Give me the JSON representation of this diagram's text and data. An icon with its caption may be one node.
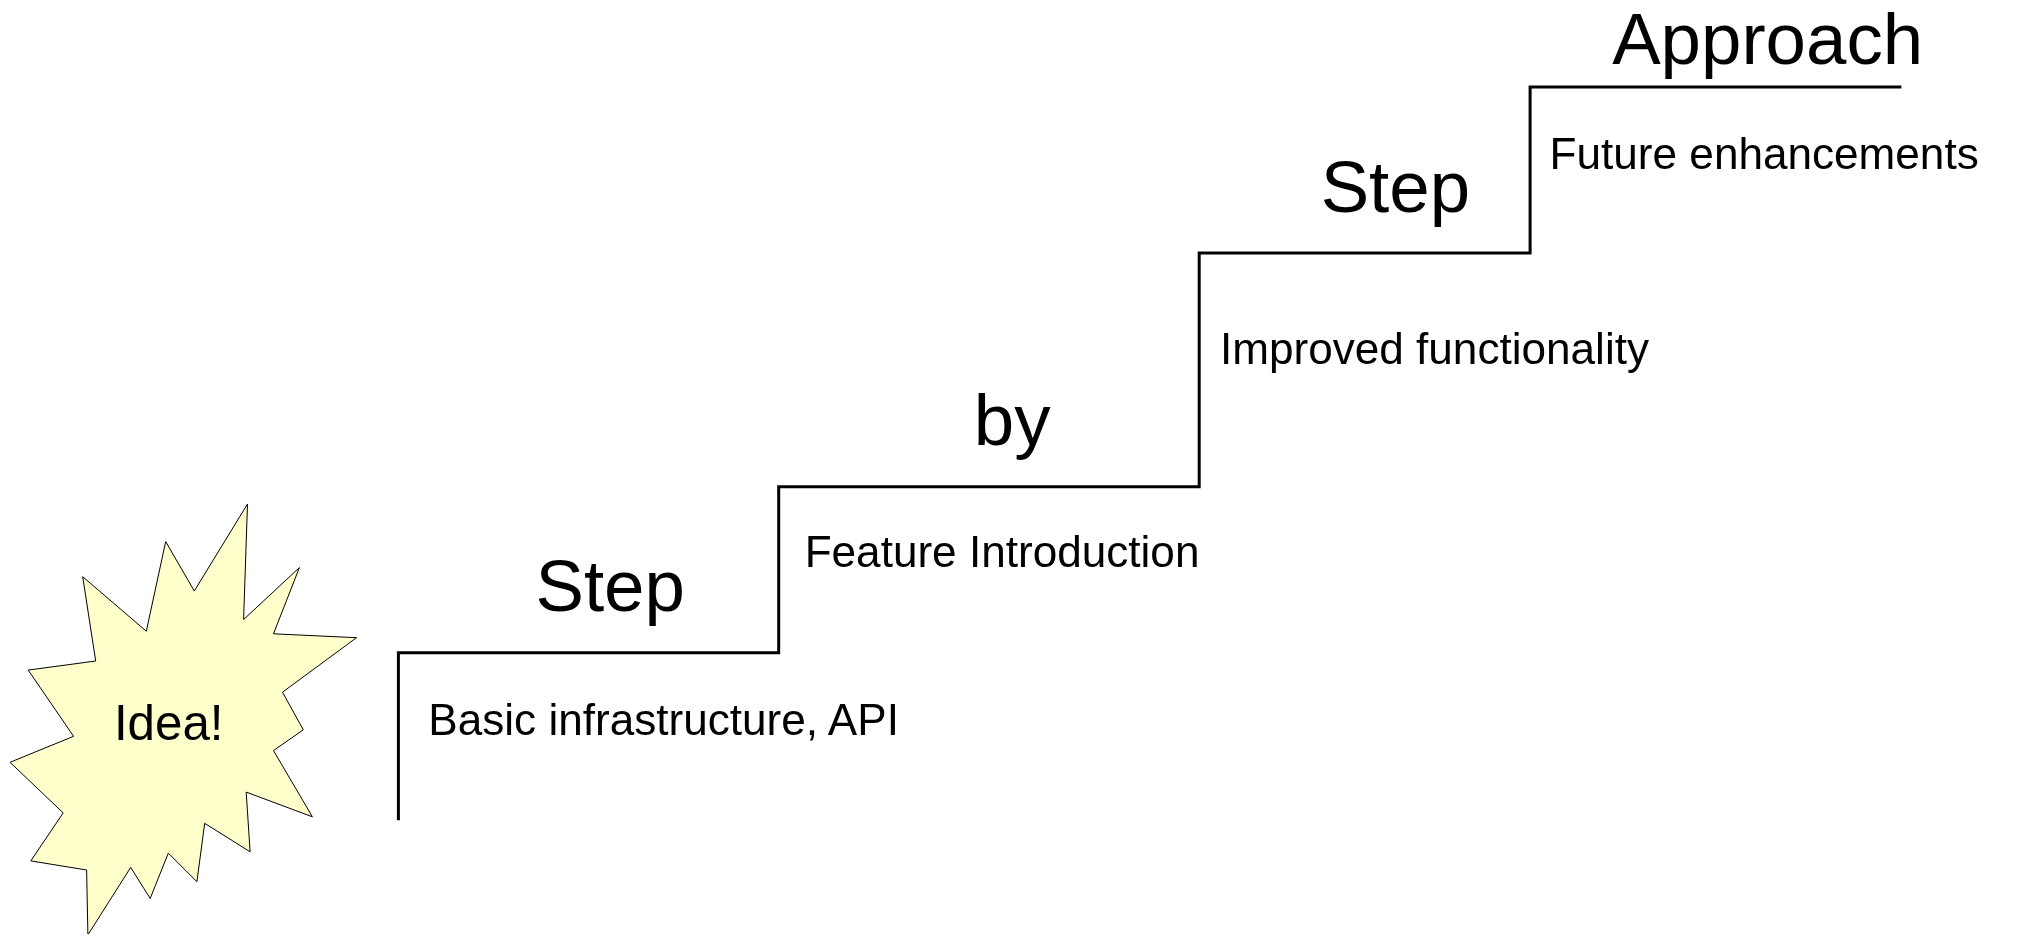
{
  "diagram": {
    "nodes": [
      {
        "text": [
          "Idea!"
        ]
      }
    ],
    "edges": [],
    "labels": [
      "Approach",
      "Step",
      "Future enhancements",
      "Improved functionality",
      "by",
      "Feature Introduction",
      "Step",
      "Basic infrastructure, API"
    ]
  }
}
